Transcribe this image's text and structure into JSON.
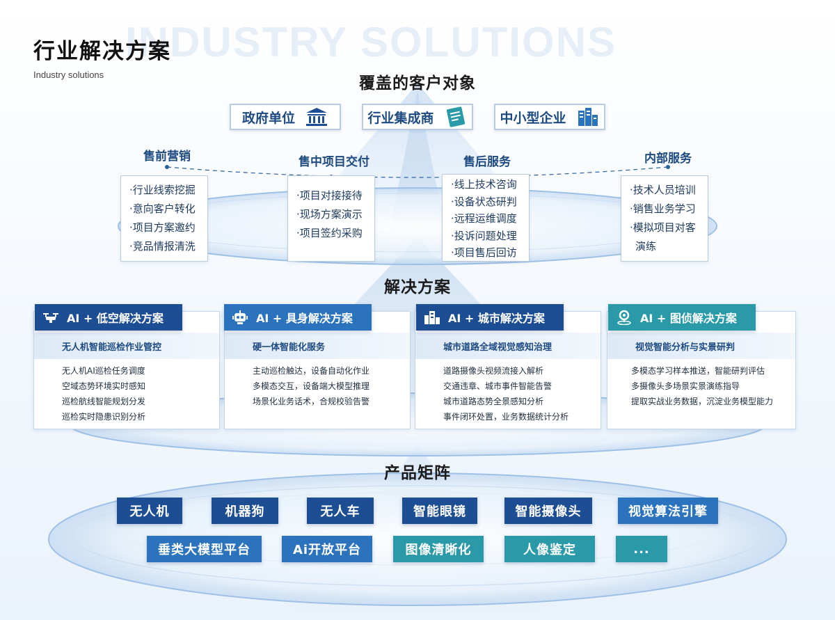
{
  "header": {
    "watermark": "INDUSTRY SOLUTIONS",
    "title": "行业解决方案",
    "subtitle": "Industry solutions"
  },
  "customers": {
    "title": "覆盖的客户对象",
    "items": [
      {
        "label": "政府单位",
        "icon": "government-building-icon"
      },
      {
        "label": "行业集成商",
        "icon": "document-list-icon"
      },
      {
        "label": "中小型企业",
        "icon": "office-buildings-icon"
      }
    ]
  },
  "services": [
    {
      "title": "售前营销",
      "items": [
        "·行业线索挖掘",
        "·意向客户转化",
        "·项目方案邀约",
        "·竞品情报清洗"
      ]
    },
    {
      "title": "售中项目交付",
      "items": [
        "·项目对接接待",
        "·现场方案演示",
        "·项目签约采购"
      ]
    },
    {
      "title": "售后服务",
      "items": [
        "·线上技术咨询",
        "·设备状态研判",
        "·远程运维调度",
        "·投诉问题处理",
        "·项目售后回访"
      ]
    },
    {
      "title": "内部服务",
      "items": [
        "·技术人员培训",
        "·销售业务学习",
        "·模拟项目对客",
        "演练"
      ]
    }
  ],
  "solutions": {
    "title": "解决方案",
    "items": [
      {
        "tab": "AI + 低空解决方案",
        "icon": "drone-icon",
        "color": "#1d4e93",
        "subtitle": "无人机智能巡检作业管控",
        "points": [
          "无人机AI巡检任务调度",
          "空域态势环境实时感知",
          "巡检航线智能规划分发",
          "巡检实时隐患识别分析"
        ]
      },
      {
        "tab": "AI + 具身解决方案",
        "icon": "robot-icon",
        "color": "#2c73bd",
        "subtitle": "硬一体智能化服务",
        "points": [
          "主动巡检触达，设备自动化作业",
          "多模态交互，设备端大模型推理",
          "场景化业务话术，合规校验告警"
        ]
      },
      {
        "tab": "AI + 城市解决方案",
        "icon": "city-icon",
        "color": "#1d4e93",
        "subtitle": "城市道路全域视觉感知治理",
        "points": [
          "道路摄像头视频流接入解析",
          "交通违章、城市事件智能告警",
          "城市道路态势全景感知分析",
          "事件闭环处置，业务数据统计分析"
        ]
      },
      {
        "tab": "AI + 图侦解决方案",
        "icon": "location-scan-icon",
        "color": "#2a9aa9",
        "subtitle": "视觉智能分析与实景研判",
        "points": [
          "多模态学习样本推送，智能研判评估",
          "多摄像头多场景实景演练指导",
          "提取实战业务数据，沉淀业务模型能力"
        ]
      }
    ]
  },
  "products": {
    "title": "产品矩阵",
    "row1": [
      {
        "label": "无人机",
        "color": "#1d4e93"
      },
      {
        "label": "机器狗",
        "color": "#1d4e93"
      },
      {
        "label": "无人车",
        "color": "#1d4e93"
      },
      {
        "label": "智能眼镜",
        "color": "#1d4e93"
      },
      {
        "label": "智能摄像头",
        "color": "#1d4e93"
      },
      {
        "label": "视觉算法引擎",
        "color": "#2c73bd"
      }
    ],
    "row2": [
      {
        "label": "垂类大模型平台",
        "color": "#2c73bd"
      },
      {
        "label": "Ai开放平台",
        "color": "#2c73bd"
      },
      {
        "label": "图像清晰化",
        "color": "#2a9aa9"
      },
      {
        "label": "人像鉴定",
        "color": "#2a9aa9"
      },
      {
        "label": "...",
        "color": "#2a9aa9"
      }
    ]
  }
}
